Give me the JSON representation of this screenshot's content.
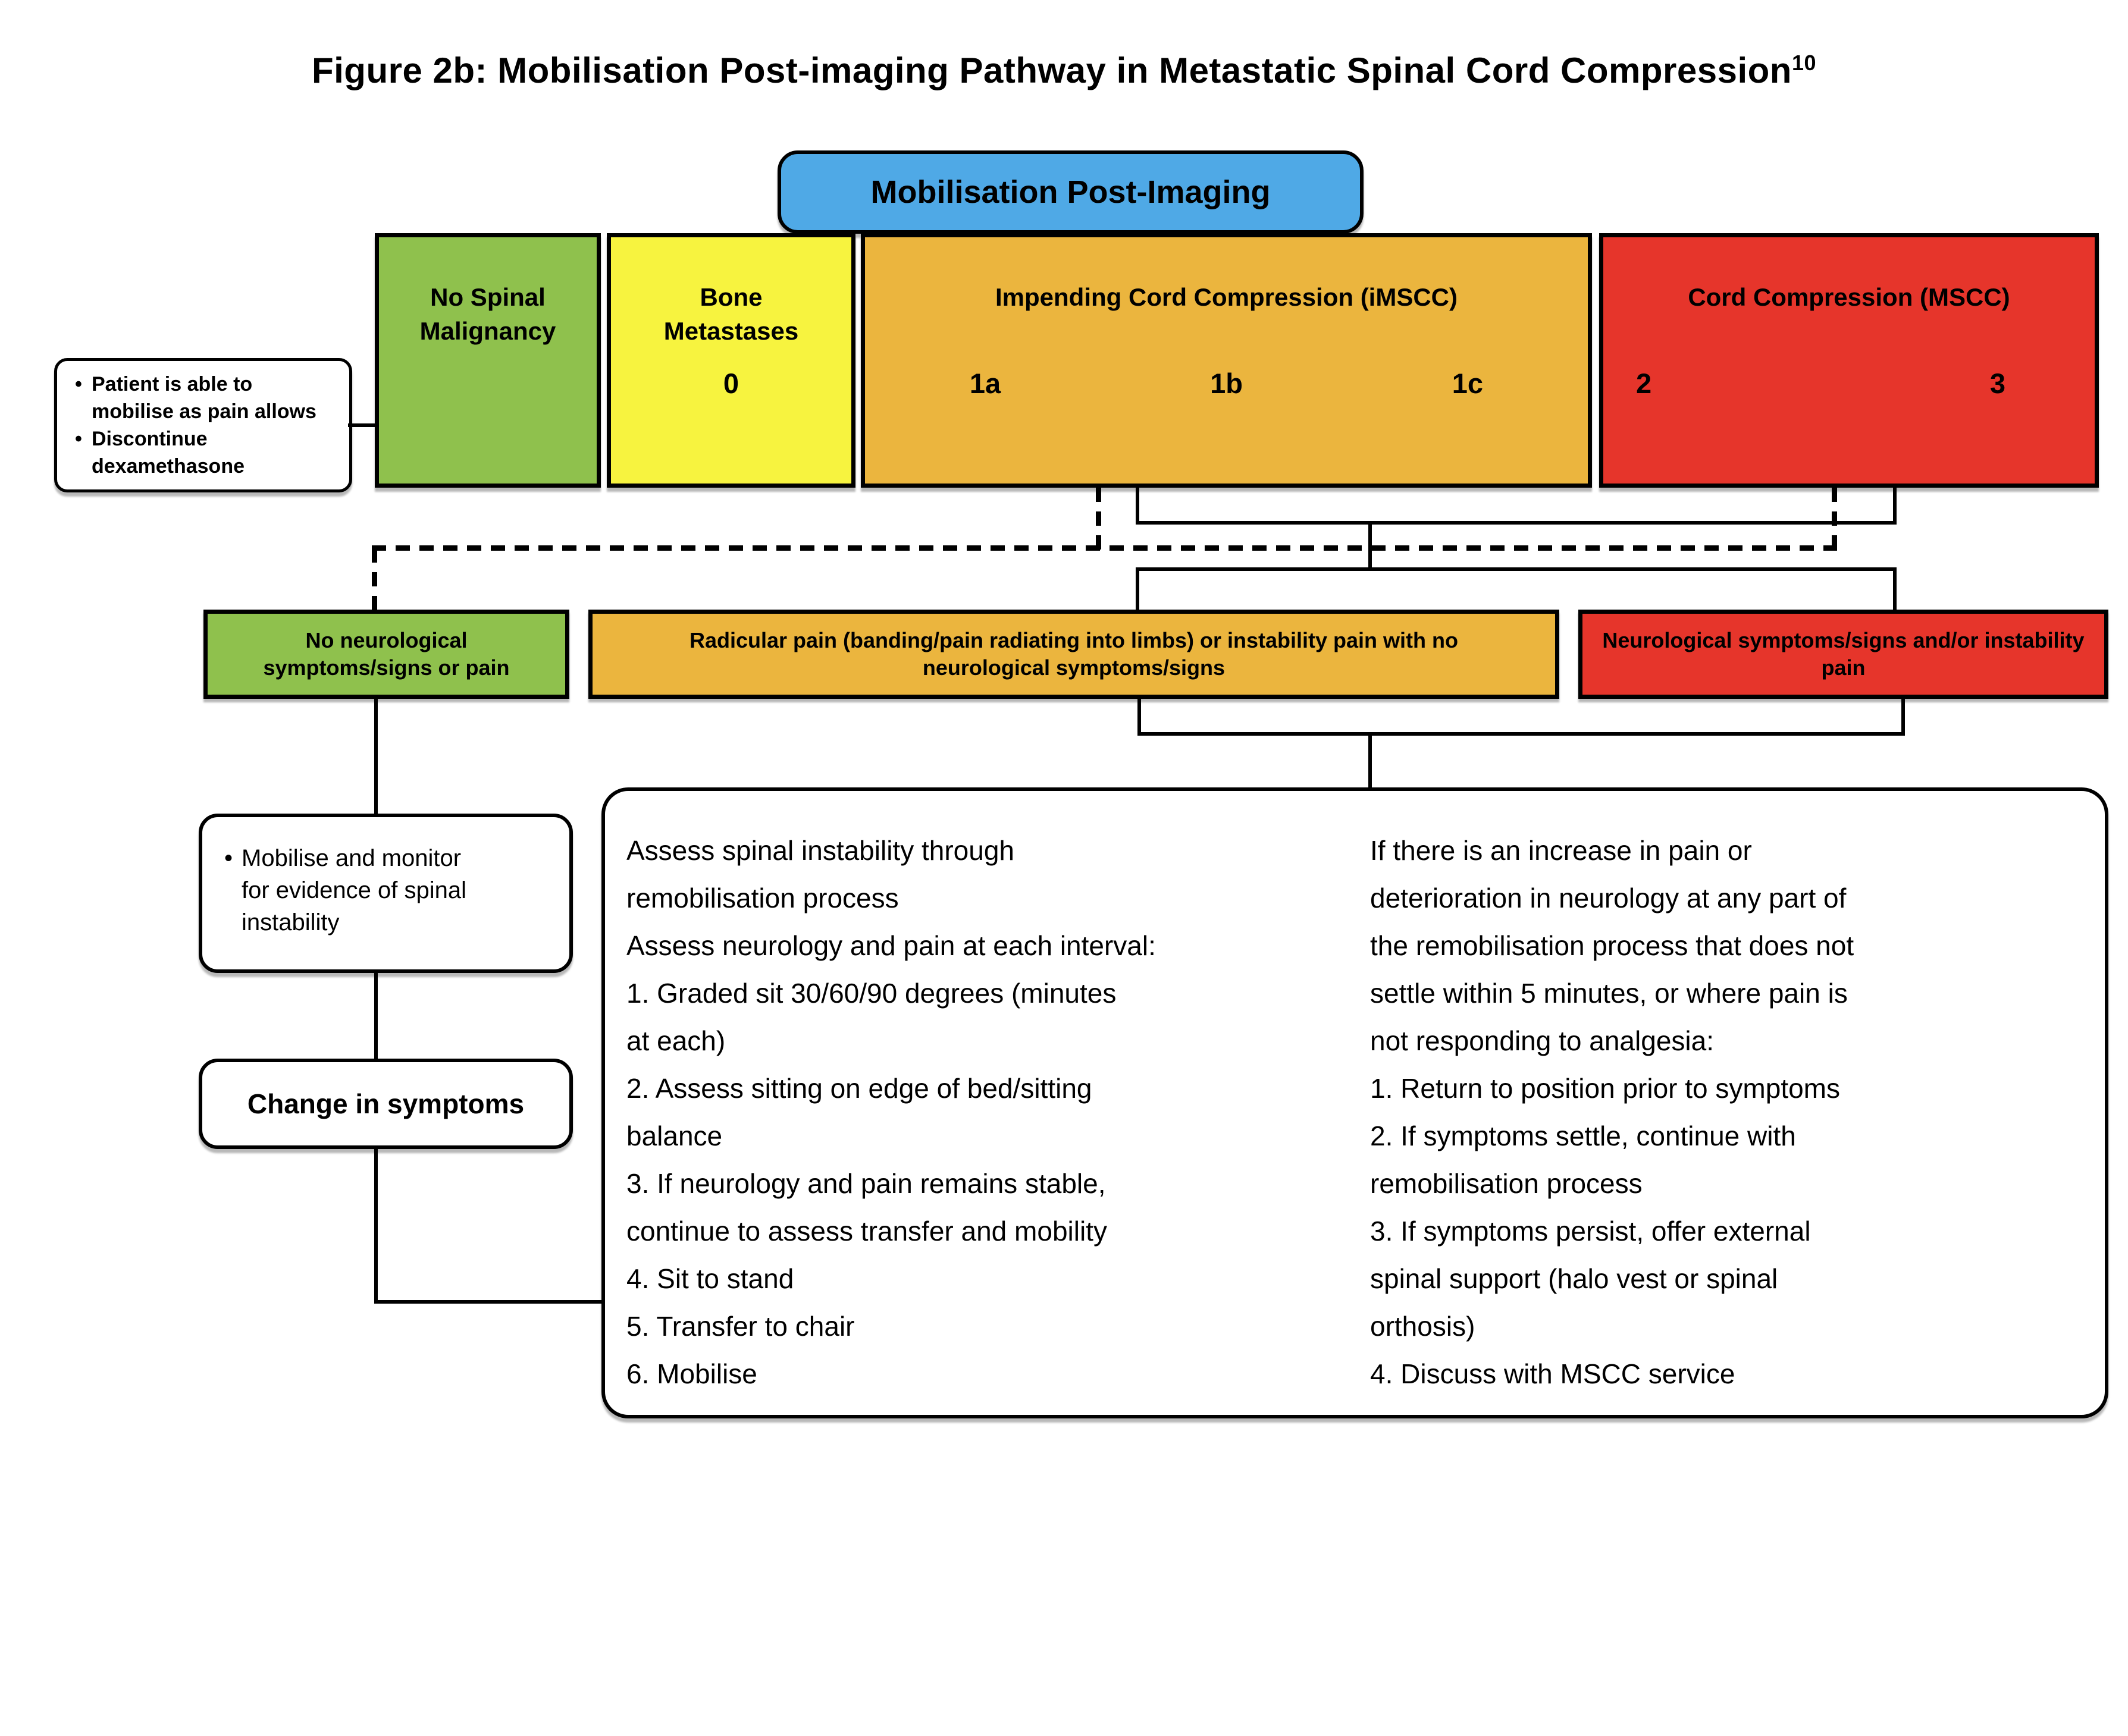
{
  "page_title": {
    "text": "Figure 2b: Mobilisation Post-imaging Pathway in Metastatic Spinal Cord Compression",
    "superscript": "10"
  },
  "colors": {
    "blue": "#4FA9E6",
    "green": "#8FC14D",
    "yellow": "#F7F33F",
    "orange": "#EBB53E",
    "red": "#E6352B",
    "line": "#000000"
  },
  "flow_header": {
    "label": "Mobilisation Post-Imaging"
  },
  "categories": [
    {
      "id": "no-spinal-malignancy",
      "name": "No Spinal\nMalignancy",
      "grades": []
    },
    {
      "id": "bone-metastases",
      "name": "Bone\nMetastases",
      "grades": [
        "0"
      ]
    },
    {
      "id": "impending-cord-compression",
      "name": "Impending Cord Compression (iMSCC)",
      "grades": [
        "1a",
        "1b",
        "1c"
      ]
    },
    {
      "id": "cord-compression",
      "name": "Cord Compression (MSCC)",
      "grades": [
        "2",
        "3"
      ]
    }
  ],
  "advice_note": {
    "bullets": [
      "Patient is able to\nmobilise as pain allows",
      "Discontinue\ndexamethasone"
    ]
  },
  "outcomes": [
    {
      "id": "no-symptoms",
      "text": "No neurological\nsymptoms/signs or pain"
    },
    {
      "id": "radicular-pain",
      "text": "Radicular pain (banding/pain radiating into limbs) or instability pain with no\nneurological symptoms/signs"
    },
    {
      "id": "neurological-symptoms",
      "text": "Neurological symptoms/signs and/or instability\npain"
    }
  ],
  "monitor_note": {
    "bullet": "Mobilise and monitor\nfor evidence of spinal\ninstability"
  },
  "change_box": {
    "label": "Change in symptoms"
  },
  "assessment_panel": {
    "left": "Assess spinal instability through\nremobilisation process\nAssess neurology and pain at each interval:\n1. Graded sit 30/60/90 degrees (minutes\nat each)\n2. Assess sitting on edge of bed/sitting\nbalance\n3. If neurology and pain remains stable,\ncontinue to assess transfer and mobility\n4. Sit to stand\n5. Transfer to chair\n6. Mobilise",
    "right": "If there is an increase in pain or\ndeterioration in neurology at any part of\nthe remobilisation process that does not\nsettle within 5 minutes, or where pain is\nnot responding to analgesia:\n1. Return to position prior to symptoms\n2. If symptoms settle, continue with\nremobilisation process\n3. If symptoms persist, offer external\nspinal support (halo vest or spinal\northosis)\n4. Discuss with MSCC service"
  }
}
